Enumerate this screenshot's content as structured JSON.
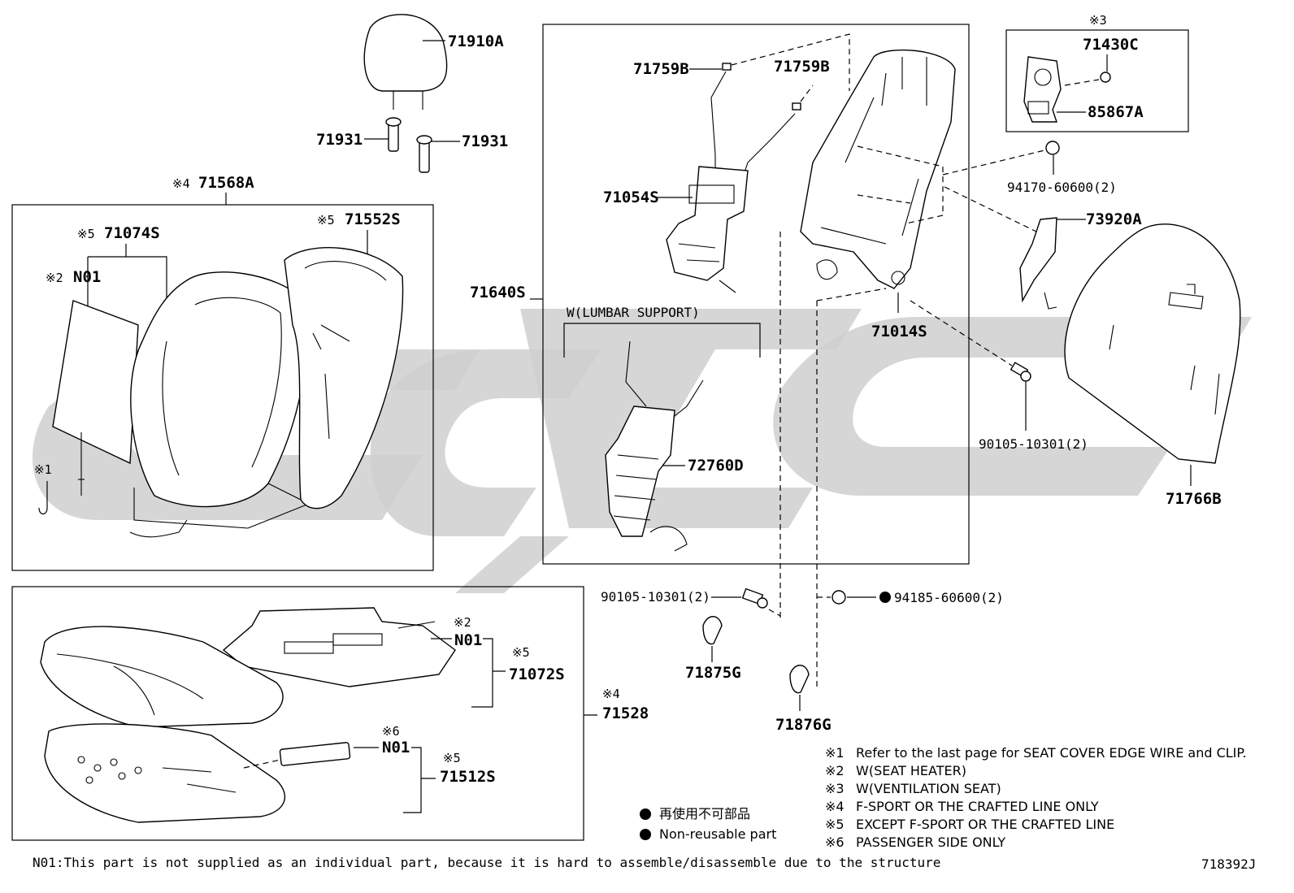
{
  "labels": {
    "headrest": "71910A",
    "guide_left": "71931",
    "guide_right": "71931",
    "back_assy": "71568A",
    "back_assy_note": "※4",
    "back_cover": "71074S",
    "back_cover_note": "※5",
    "back_n01": "N01",
    "back_n01_note": "※2",
    "back_pad": "71552S",
    "back_pad_note": "※5",
    "clip_note": "※1",
    "frame_box": "71640S",
    "spring_b1": "71759B",
    "spring_b2": "71759B",
    "spring_assy": "71054S",
    "lumbar_title": "W(LUMBAR SUPPORT)",
    "lumbar": "72760D",
    "frame": "71014S",
    "vent_note": "※3",
    "vent_fan": "71430C",
    "vent_sensor": "85867A",
    "nut_9417": "94170-60600(2)",
    "bracket": "73920A",
    "bolt_right": "90105-10301(2)",
    "board": "71766B",
    "bolt_left": "90105-10301(2)",
    "nut_9418": "94185-60600(2)",
    "hinge_l": "71875G",
    "hinge_r": "71876G",
    "cushion_n01_note": "※2",
    "cushion_n01": "N01",
    "cushion_cover_note": "※5",
    "cushion_cover": "71072S",
    "cushion_assy_note": "※4",
    "cushion_assy": "71528",
    "pad_n01_note": "※6",
    "pad_n01": "N01",
    "pad_note": "※5",
    "pad": "71512S"
  },
  "legend": [
    {
      "mark": "※1",
      "text": "Refer to the last page for SEAT COVER EDGE WIRE and CLIP."
    },
    {
      "mark": "※2",
      "text": "W(SEAT HEATER)"
    },
    {
      "mark": "※3",
      "text": "W(VENTILATION SEAT)"
    },
    {
      "mark": "※4",
      "text": "F-SPORT OR THE CRAFTED LINE ONLY"
    },
    {
      "mark": "※5",
      "text": "EXCEPT F-SPORT OR THE CRAFTED LINE"
    },
    {
      "mark": "※6",
      "text": "PASSENGER SIDE ONLY"
    }
  ],
  "reuse": {
    "jp": "再使用不可部品",
    "en": "Non-reusable part"
  },
  "footer": "N01:This part is not supplied as an individual part, because it is hard to assemble/disassemble due to the structure",
  "diagram_id": "718392J"
}
